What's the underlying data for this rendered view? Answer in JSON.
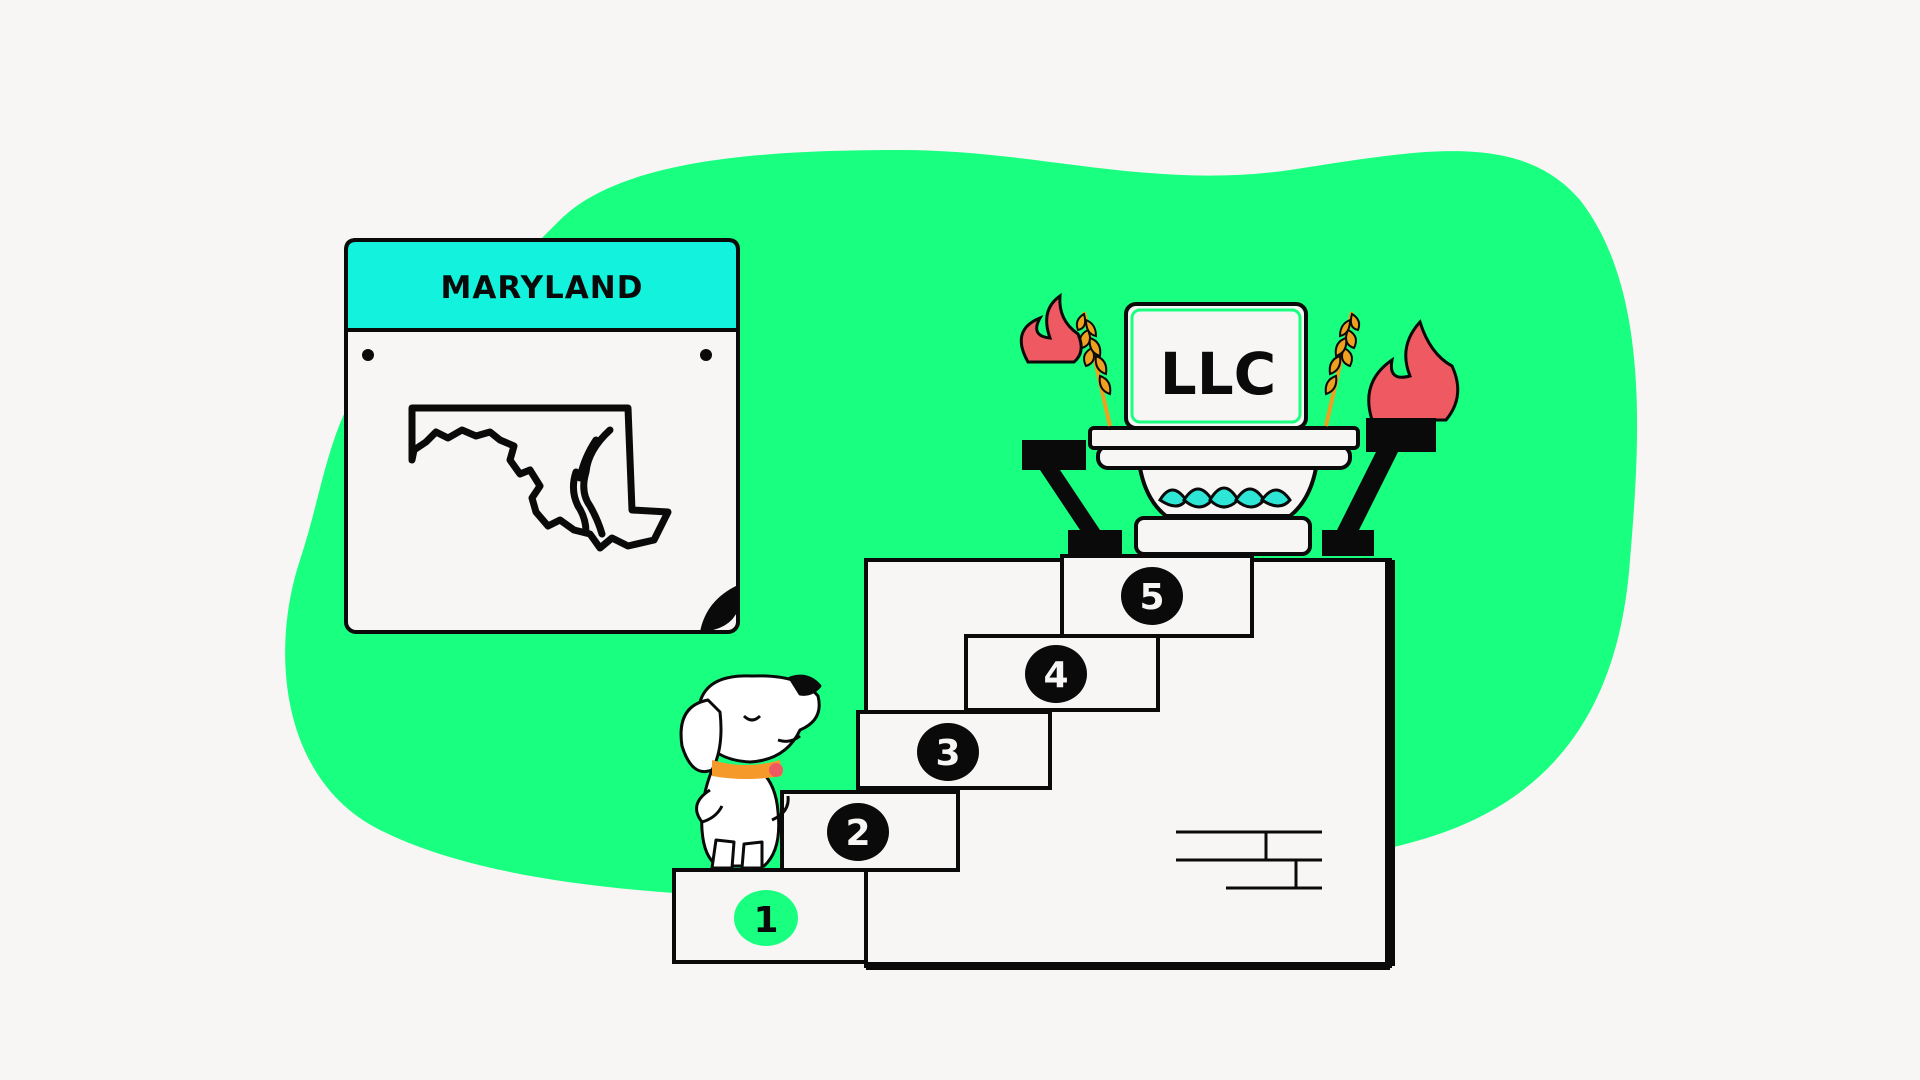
{
  "scene": {
    "calendar": {
      "header": "MARYLAND",
      "icon": "maryland-state-outline-icon"
    },
    "pedestal_sign": "LLC",
    "steps": [
      {
        "label": "1",
        "highlight": true
      },
      {
        "label": "2",
        "highlight": false
      },
      {
        "label": "3",
        "highlight": false
      },
      {
        "label": "4",
        "highlight": false
      },
      {
        "label": "5",
        "highlight": false
      }
    ],
    "mascot_icon": "dog-mascot-icon",
    "torch_icon": "torch-icon",
    "wheat_icon": "wheat-icon"
  },
  "colors": {
    "background": "#f7f6f4",
    "blob": "#19ff80",
    "calendar_header": "#12f2dc",
    "step_badge_highlight": "#19ff80",
    "step_badge": "#0a0a0a",
    "flame": "#ef5a62",
    "wheat": "#f0a020",
    "lotus": "#2ee6d6",
    "collar": "#f59a2a",
    "outline": "#0a0a0a",
    "paper": "#f7f6f4"
  }
}
